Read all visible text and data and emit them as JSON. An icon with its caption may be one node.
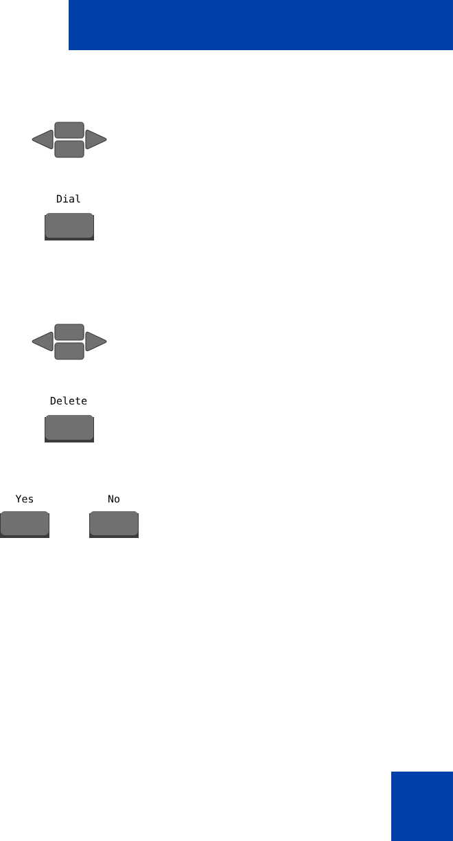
{
  "diagram": {
    "nodes": [
      {
        "text": [
          "Dial"
        ]
      },
      {
        "text": [
          "Delete"
        ]
      },
      {
        "text": [
          "Yes"
        ]
      },
      {
        "text": [
          "No"
        ]
      }
    ]
  }
}
